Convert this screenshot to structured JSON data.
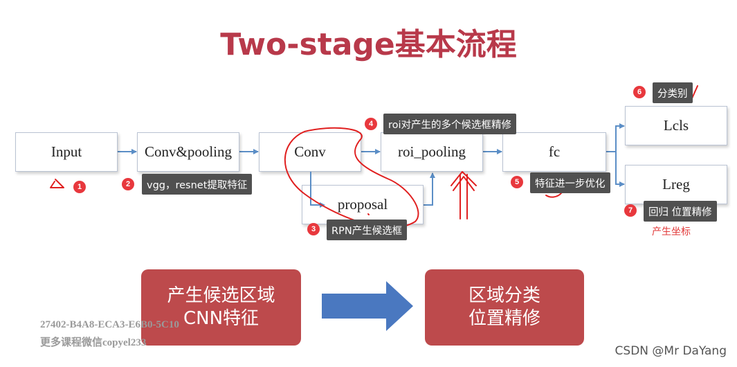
{
  "title": "Two-stage基本流程",
  "boxes": {
    "input": "Input",
    "conv_pooling": "Conv&pooling",
    "conv": "Conv",
    "roi_pooling": "roi_pooling",
    "fc": "fc",
    "lcls": "Lcls",
    "lreg": "Lreg",
    "proposal": "proposal"
  },
  "annotations": [
    {
      "num": "1",
      "text": ""
    },
    {
      "num": "2",
      "text": "vgg，resnet提取特征"
    },
    {
      "num": "3",
      "text": "RPN产生候选框"
    },
    {
      "num": "4",
      "text": "roi对产生的多个候选框精修"
    },
    {
      "num": "5",
      "text": "特征进一步优化"
    },
    {
      "num": "6",
      "text": "分类别"
    },
    {
      "num": "7",
      "text": "回归 位置精修"
    }
  ],
  "handwritten_note": "产生坐标",
  "bottom": {
    "left_line1": "产生候选区域",
    "left_line2": "CNN特征",
    "right_line1": "区域分类",
    "right_line2": "位置精修"
  },
  "watermark": {
    "line1": "27402-B4A8-ECA3-E6B0-5C10",
    "line2": "更多课程微信copyel233"
  },
  "csdn_credit": "CSDN @Mr DaYang",
  "colors": {
    "title": "#b8394a",
    "box_border": "#b9c2d2",
    "arrow": "#5b8ec6",
    "annotation_bg": "#505050",
    "badge": "#e8383d",
    "handwriting": "#e02020",
    "big_box": "#bd4a4c",
    "big_arrow": "#4a78c0"
  }
}
